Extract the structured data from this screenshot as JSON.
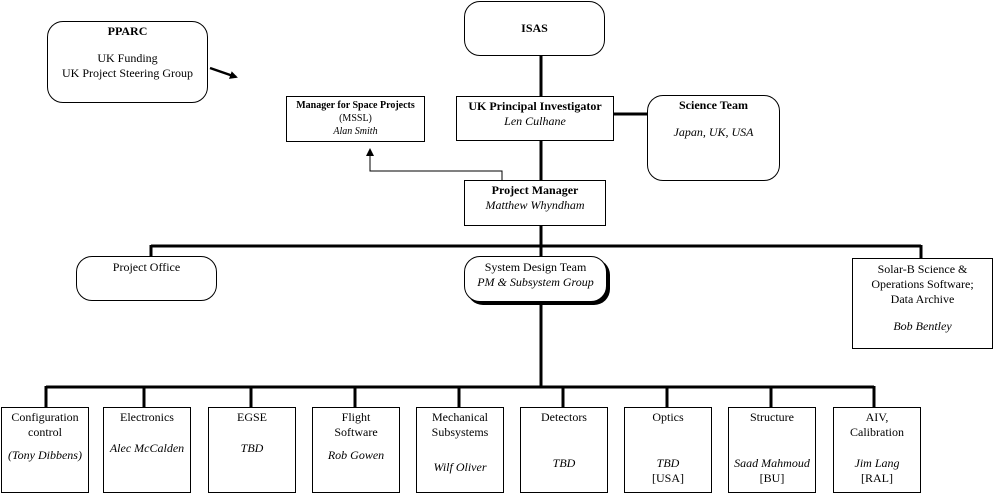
{
  "pparc": {
    "title": "PPARC",
    "line1": "UK Funding",
    "line2": "UK Project Steering Group"
  },
  "isas": {
    "title": "ISAS"
  },
  "msp": {
    "title": "Manager for Space Projects",
    "org": "(MSSL)",
    "person": "Alan Smith"
  },
  "pi": {
    "title": "UK Principal Investigator",
    "person": "Len Culhane"
  },
  "science_team": {
    "title": "Science Team",
    "members": "Japan, UK, USA"
  },
  "pm": {
    "title": "Project Manager",
    "person": "Matthew Whyndham"
  },
  "project_office": {
    "title": "Project Office"
  },
  "sdt": {
    "title": "System Design Team",
    "subtitle": "PM & Subsystem Group"
  },
  "archive": {
    "line1": "Solar-B Science &",
    "line2": "Operations Software;",
    "line3": "Data Archive",
    "person": "Bob Bentley"
  },
  "subsystems": [
    {
      "line1": "Configuration",
      "line2": "control",
      "person": "(Tony Dibbens)"
    },
    {
      "line1": "Electronics",
      "person": "Alec McCalden"
    },
    {
      "line1": "EGSE",
      "person": "TBD"
    },
    {
      "line1": "Flight",
      "line2": "Software",
      "person": "Rob Gowen"
    },
    {
      "line1": "Mechanical",
      "line2": "Subsystems",
      "person": "Wilf Oliver"
    },
    {
      "line1": "Detectors",
      "person": "TBD"
    },
    {
      "line1": "Optics",
      "person": "TBD",
      "org": "[USA]"
    },
    {
      "line1": "Structure",
      "person": "Saad Mahmoud",
      "org": "[BU]"
    },
    {
      "line1": "AIV,",
      "line2": "Calibration",
      "person": "Jim Lang",
      "org": "[RAL]"
    }
  ]
}
